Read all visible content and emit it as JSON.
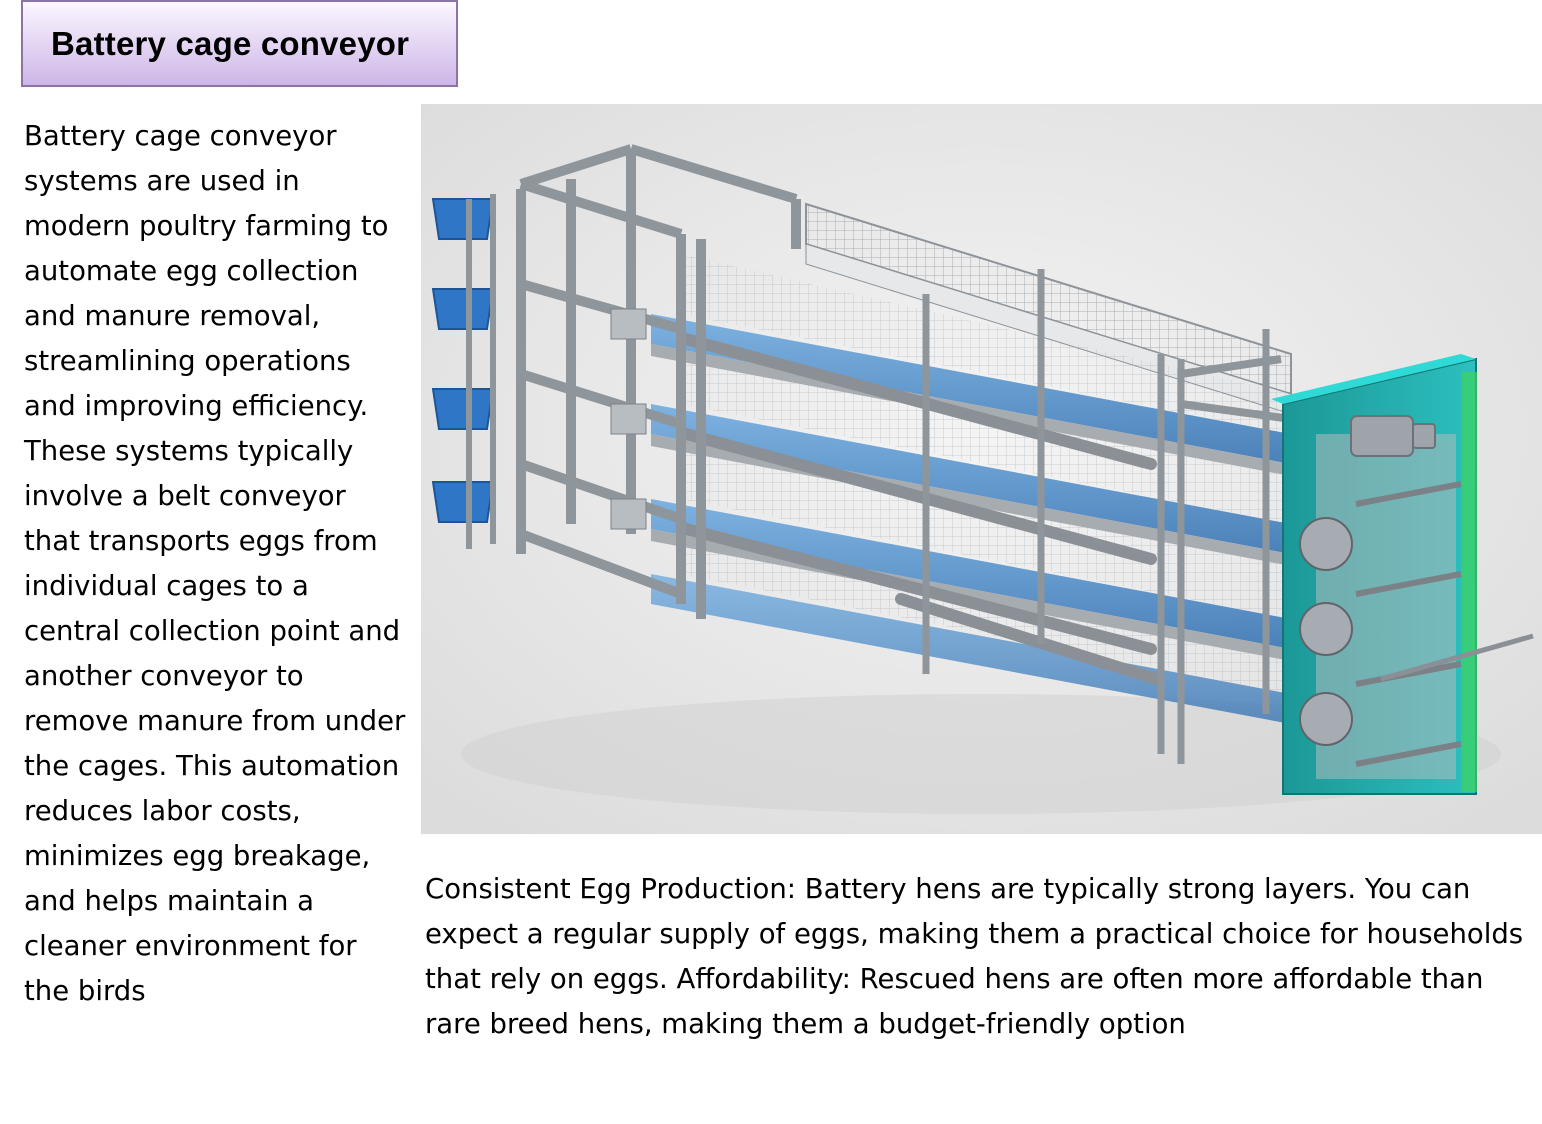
{
  "slide": {
    "title": "Battery cage conveyor",
    "left_paragraph": "Battery cage conveyor systems are used in modern poultry farming to automate egg collection and manure removal, streamlining operations and improving efficiency. These systems typically involve a belt conveyor that transports eggs from individual cages to a central collection point and another conveyor to remove manure from under the cages. This automation reduces labor costs, minimizes egg breakage, and helps maintain a cleaner environment for the birds",
    "bottom_paragraph": "Consistent Egg Production: Battery hens are typically strong layers. You can expect a regular supply of eggs, making them a practical choice for households that rely on eggs. Affordability: Rescued hens are often more affordable than rare breed hens, making them a budget-friendly option"
  },
  "colors": {
    "title_border": "#8a74a8",
    "title_fill_top": "#fbf7ff",
    "title_fill_bottom": "#cdb6e6",
    "cage_frame": "#9aa0a6",
    "belt_blue": "#3f86c7",
    "bin_blue": "#2f77c6",
    "drive_unit": "#1ea7a6",
    "drive_unit_top": "#2fd9d6"
  }
}
